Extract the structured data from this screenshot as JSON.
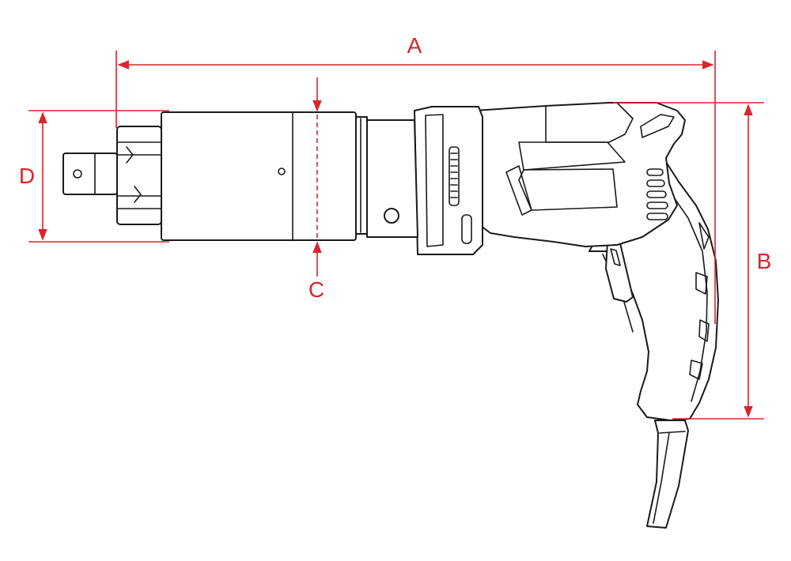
{
  "colors": {
    "dimension": "#d7262c",
    "outline": "#1a1a1a",
    "background": "#ffffff"
  },
  "dimensions": {
    "a": {
      "label": "A"
    },
    "b": {
      "label": "B"
    },
    "c": {
      "label": "C"
    },
    "d": {
      "label": "D"
    }
  }
}
